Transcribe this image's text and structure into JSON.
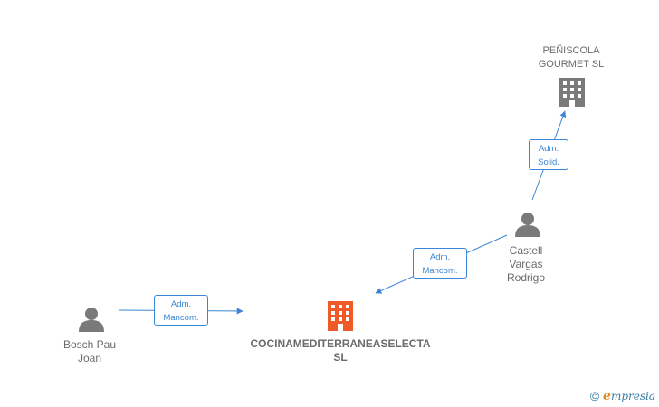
{
  "nodes": {
    "main_company": {
      "label": "COCINAMEDITERRANEASELECTA\nSL",
      "color": "#f05a28"
    },
    "other_company": {
      "label": "PEÑISCOLA\nGOURMET  SL",
      "color": "#7a7a7a"
    },
    "person_bosch": {
      "label": "Bosch Pau\nJoan"
    },
    "person_castell": {
      "label": "Castell\nVargas\nRodrigo"
    }
  },
  "edges": {
    "bosch_to_main": {
      "line1": "Adm.",
      "line2": "Mancom."
    },
    "castell_to_main": {
      "line1": "Adm.",
      "line2": "Mancom."
    },
    "castell_to_other": {
      "line1": "Adm.",
      "line2": "Solid."
    }
  },
  "colors": {
    "edge": "#3b86d6",
    "person": "#7a7a7a"
  },
  "footer": {
    "copyright": "©",
    "brand_initial": "e",
    "brand_rest": "mpresia"
  }
}
